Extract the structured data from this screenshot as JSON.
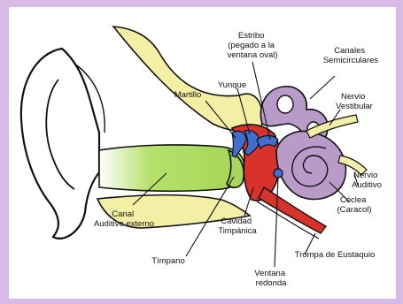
{
  "labels": {
    "estribo": [
      "Estribo",
      "(pegado a la",
      "ventana oval)"
    ],
    "canales": [
      "Canales",
      "Semicirculares"
    ],
    "yunque": [
      "Yunque"
    ],
    "martillo": [
      "Martillo"
    ],
    "nervio_vestibular": [
      "Nervio",
      "Vestibular"
    ],
    "nervio_auditivo": [
      "Nervio",
      "Auditivo"
    ],
    "coclea": [
      "Cóclea",
      "(Caracol)"
    ],
    "canal_auditivo": [
      "Canal",
      "Auditivo externo"
    ],
    "cavidad": [
      "Cavidad",
      "Timpánica"
    ],
    "timpano": [
      "Tímpano"
    ],
    "trompa": [
      "Trompa de Eustaquio"
    ],
    "ventana_redonda": [
      "Ventana",
      "redonda"
    ]
  },
  "colors": {
    "border": "#d7bbe6",
    "bone": "#f3f0a6",
    "canal": "#b5e16a",
    "middle_ear": "#d8322a",
    "inner_ear": "#b89bc9",
    "nerve": "#f3f0a6",
    "ossicle": "#3e6fd1"
  }
}
